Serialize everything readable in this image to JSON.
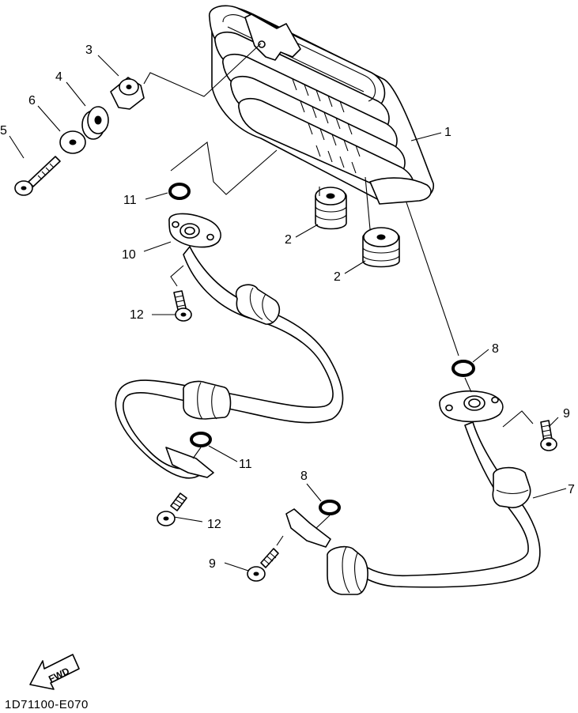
{
  "diagram": {
    "callouts": [
      {
        "id": "1",
        "label": "1"
      },
      {
        "id": "2a",
        "label": "2"
      },
      {
        "id": "2b",
        "label": "2"
      },
      {
        "id": "3",
        "label": "3"
      },
      {
        "id": "4",
        "label": "4"
      },
      {
        "id": "5",
        "label": "5"
      },
      {
        "id": "6",
        "label": "6"
      },
      {
        "id": "7",
        "label": "7"
      },
      {
        "id": "8a",
        "label": "8"
      },
      {
        "id": "8b",
        "label": "8"
      },
      {
        "id": "9a",
        "label": "9"
      },
      {
        "id": "9b",
        "label": "9"
      },
      {
        "id": "10",
        "label": "10"
      },
      {
        "id": "11a",
        "label": "11"
      },
      {
        "id": "11b",
        "label": "11"
      },
      {
        "id": "12a",
        "label": "12"
      },
      {
        "id": "12b",
        "label": "12"
      }
    ],
    "fwd_label": "FWD",
    "figure_code": "1D71100-E070"
  }
}
